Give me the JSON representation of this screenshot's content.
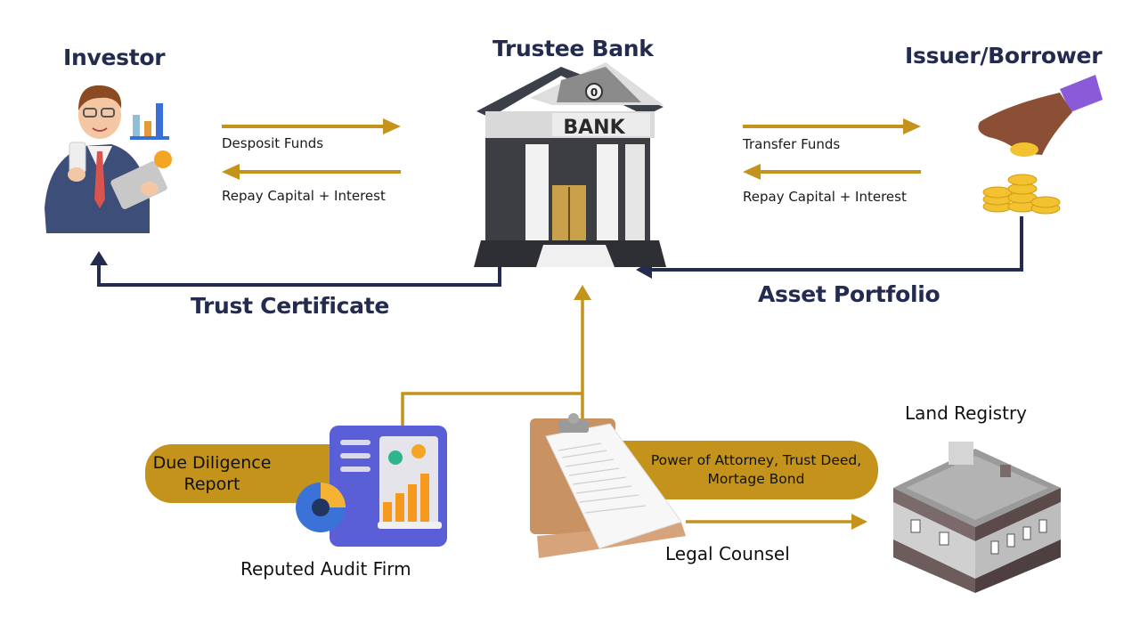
{
  "nodes": {
    "investor": "Investor",
    "trustee_bank": "Trustee Bank",
    "issuer": "Issuer/Borrower",
    "audit_firm": "Reputed Audit Firm",
    "legal_counsel": "Legal Counsel",
    "land_registry": "Land Registry"
  },
  "flows": {
    "deposit_funds": "Desposit Funds",
    "repay_investor": "Repay Capital + Interest",
    "transfer_funds": "Transfer Funds",
    "repay_bank": "Repay Capital + Interest",
    "trust_certificate": "Trust Certificate",
    "asset_portfolio": "Asset Portfolio"
  },
  "pills": {
    "due_diligence_line1": "Due Diligence",
    "due_diligence_line2": "Report",
    "legal_docs_line1": "Power of Attorney, Trust Deed,",
    "legal_docs_line2": "Mortage Bond"
  },
  "bank_sign": "BANK",
  "colors": {
    "gold": "#c4931b",
    "navy": "#232c4f"
  }
}
